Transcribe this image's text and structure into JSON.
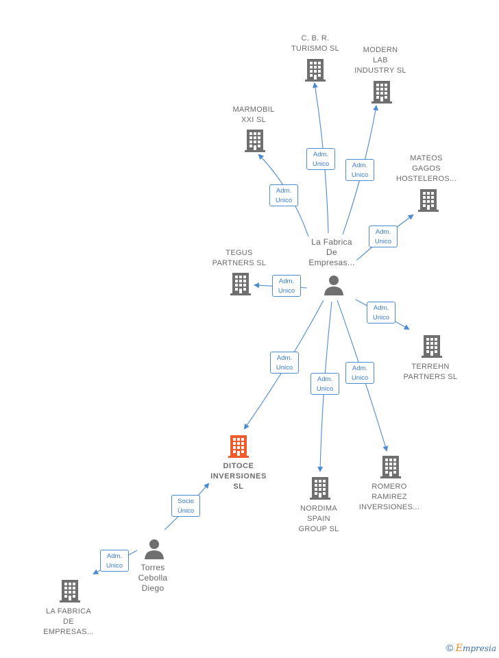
{
  "nodes": {
    "cbr": {
      "lines": [
        "C. B. R.",
        "TURISMO SL"
      ]
    },
    "modern": {
      "lines": [
        "MODERN",
        "LAB",
        "INDUSTRY SL"
      ]
    },
    "marmobil": {
      "lines": [
        "MARMOBIL",
        "XXI SL"
      ]
    },
    "mateos": {
      "lines": [
        "MATEOS",
        "GAGOS",
        "HOSTELEROS..."
      ]
    },
    "tegus": {
      "lines": [
        "TEGUS",
        "PARTNERS SL"
      ]
    },
    "fabrica_person": {
      "lines": [
        "La Fabrica",
        "De",
        "Empresas..."
      ]
    },
    "terrehn": {
      "lines": [
        "TERREHN",
        "PARTNERS SL"
      ]
    },
    "ditoce": {
      "lines": [
        "DITOCE",
        "INVERSIONES",
        "SL"
      ]
    },
    "nordima": {
      "lines": [
        "NORDIMA",
        "SPAIN",
        "GROUP SL"
      ]
    },
    "romero": {
      "lines": [
        "ROMERO",
        "RAMIREZ",
        "INVERSIONES..."
      ]
    },
    "torres": {
      "lines": [
        "Torres",
        "Cebolla",
        "Diego"
      ]
    },
    "fabrica_company": {
      "lines": [
        "LA FABRICA",
        "DE",
        "EMPRESAS..."
      ]
    }
  },
  "edges": {
    "to_cbr": {
      "lines": [
        "Adm.",
        "Unico"
      ]
    },
    "to_modern": {
      "lines": [
        "Adm.",
        "Unico"
      ]
    },
    "to_marmobil": {
      "lines": [
        "Adm.",
        "Unico"
      ]
    },
    "to_mateos": {
      "lines": [
        "Adm.",
        "Unico"
      ]
    },
    "to_tegus": {
      "lines": [
        "Adm.",
        "Unico"
      ]
    },
    "to_terrehn": {
      "lines": [
        "Adm.",
        "Unico"
      ]
    },
    "to_ditoce": {
      "lines": [
        "Adm.",
        "Unico"
      ]
    },
    "to_nordima": {
      "lines": [
        "Adm.",
        "Unico"
      ]
    },
    "to_romero": {
      "lines": [
        "Adm.",
        "Unico"
      ]
    },
    "torres_to_ditoce": {
      "lines": [
        "Socio",
        "Único"
      ]
    },
    "torres_to_fabrica": {
      "lines": [
        "Adm.",
        "Unico"
      ]
    }
  },
  "colors": {
    "edge": "#4a8bd6",
    "building": "#6f6f6f",
    "focus_building": "#f15a2b",
    "person": "#6f6f6f"
  },
  "icons": {
    "company": "building-icon",
    "person": "person-icon"
  },
  "footer": {
    "copyright_symbol": "©",
    "brand_first_letter": "E",
    "brand_rest": "mpresia"
  }
}
